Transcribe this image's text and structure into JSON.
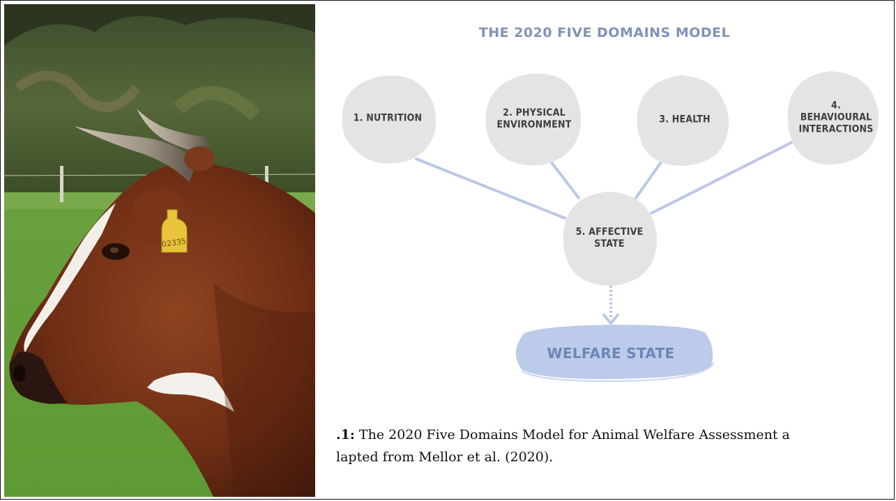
{
  "diagram": {
    "title": "THE 2020 FIVE DOMAINS MODEL",
    "domains": [
      {
        "label_lines": [
          "1. NUTRITION"
        ]
      },
      {
        "label_lines": [
          "2. PHYSICAL",
          "ENVIRONMENT"
        ]
      },
      {
        "label_lines": [
          "3. HEALTH"
        ]
      },
      {
        "label_lines": [
          "4. BEHAVIOURAL",
          "INTERACTIONS"
        ]
      }
    ],
    "center": {
      "label_lines": [
        "5. AFFECTIVE",
        "STATE"
      ]
    },
    "outcome": "WELFARE STATE"
  },
  "caption": {
    "number": ".1:",
    "line1": "The 2020 Five Domains Model for Animal Welfare Assessment a",
    "line2": "lapted from Mellor et al. (2020)."
  },
  "photo": {
    "ear_tag_text": "02335"
  },
  "colors": {
    "circle_fill": "#e4e4e4",
    "connector": "#b9c8e6",
    "title": "#7f93b8",
    "welfare_fill": "#bccbea",
    "welfare_text": "#6d86b5"
  }
}
